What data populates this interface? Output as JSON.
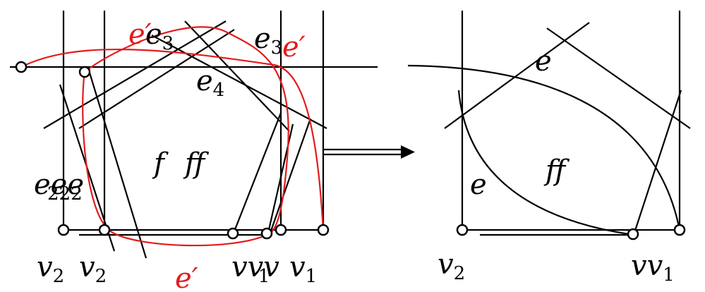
{
  "colors": {
    "ink": "#000000",
    "accent": "#e41a1c"
  },
  "left": {
    "labels": {
      "e_prime_top": "e′",
      "e3_top": "e",
      "e3_top_sub": "3",
      "e3_right": "e",
      "e3_right_sub": "3",
      "e_prime_right": "e′",
      "e4": "e",
      "e4_sub": "4",
      "f1": "f",
      "f2": "ff",
      "e2": "eee",
      "e2_sub": "222",
      "v2_a": "v",
      "v2_a_sub": "2",
      "v2_b": "v",
      "v2_b_sub": "2",
      "v_group": "vvv",
      "v_group_sub": "1",
      "v1": "v",
      "v1_sub": "1",
      "e_prime_bottom": "e′"
    }
  },
  "right": {
    "labels": {
      "e_top": "e",
      "f": "ff",
      "e_left": "e",
      "v2": "v",
      "v2_sub": "2",
      "v1": "vv",
      "v1_sub": "1"
    }
  }
}
